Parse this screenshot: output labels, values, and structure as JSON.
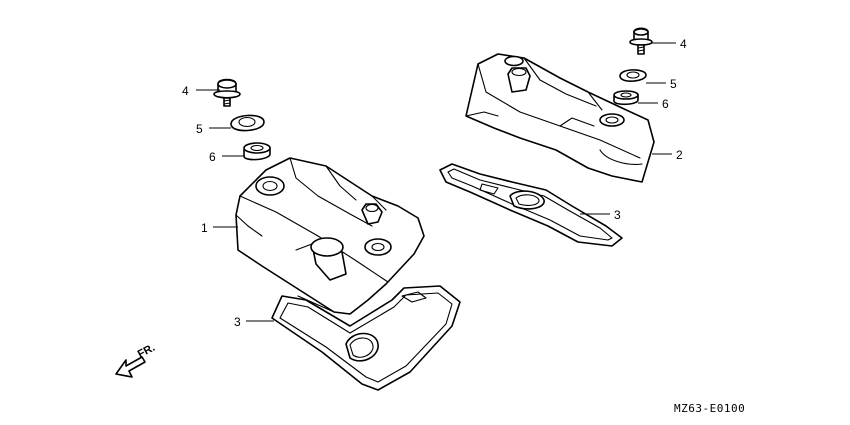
{
  "diagram": {
    "callouts": {
      "c1": "1",
      "c2": "2",
      "c3a": "3",
      "c3b": "3",
      "c4a": "4",
      "c4b": "4",
      "c5a": "5",
      "c5b": "5",
      "c6a": "6",
      "c6b": "6"
    },
    "direction_label": "FR.",
    "drawing_code": "MZ63-E0100"
  }
}
